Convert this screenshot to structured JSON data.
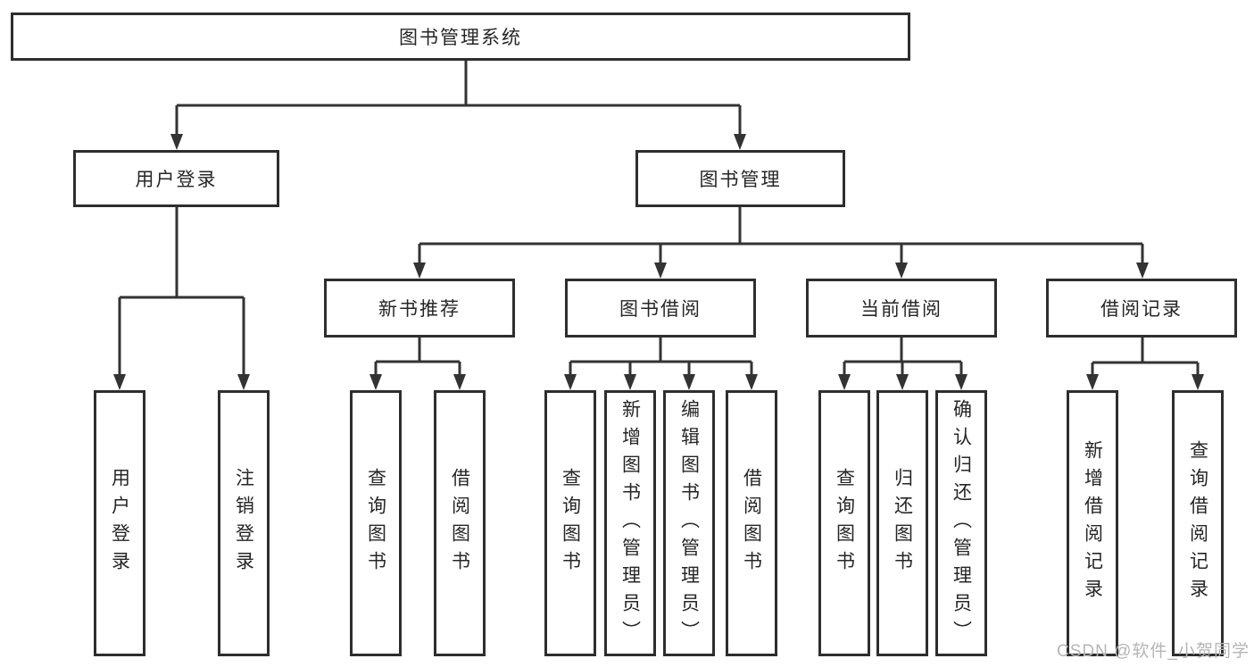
{
  "root_label": "图书管理系统",
  "branches": [
    "用户登录",
    "图书管理"
  ],
  "modules": [
    "新书推荐",
    "图书借阅",
    "当前借阅",
    "借阅记录"
  ],
  "functions": [
    "用户登录",
    "注销登录",
    "查询图书",
    "借阅图书",
    "查询图书",
    "新增图书（管理员）",
    "编辑图书（管理员）",
    "借阅图书",
    "查询图书",
    "归还图书",
    "确认归还（管理员）",
    "新增借阅记录",
    "查询借阅记录"
  ],
  "watermark": "CSDN @软件_小贺同学",
  "colors": {
    "line": "#333333",
    "box_border": "#2e2e2e",
    "text": "#262626",
    "watermark": "#b5b5b5",
    "background": "#ffffff"
  }
}
